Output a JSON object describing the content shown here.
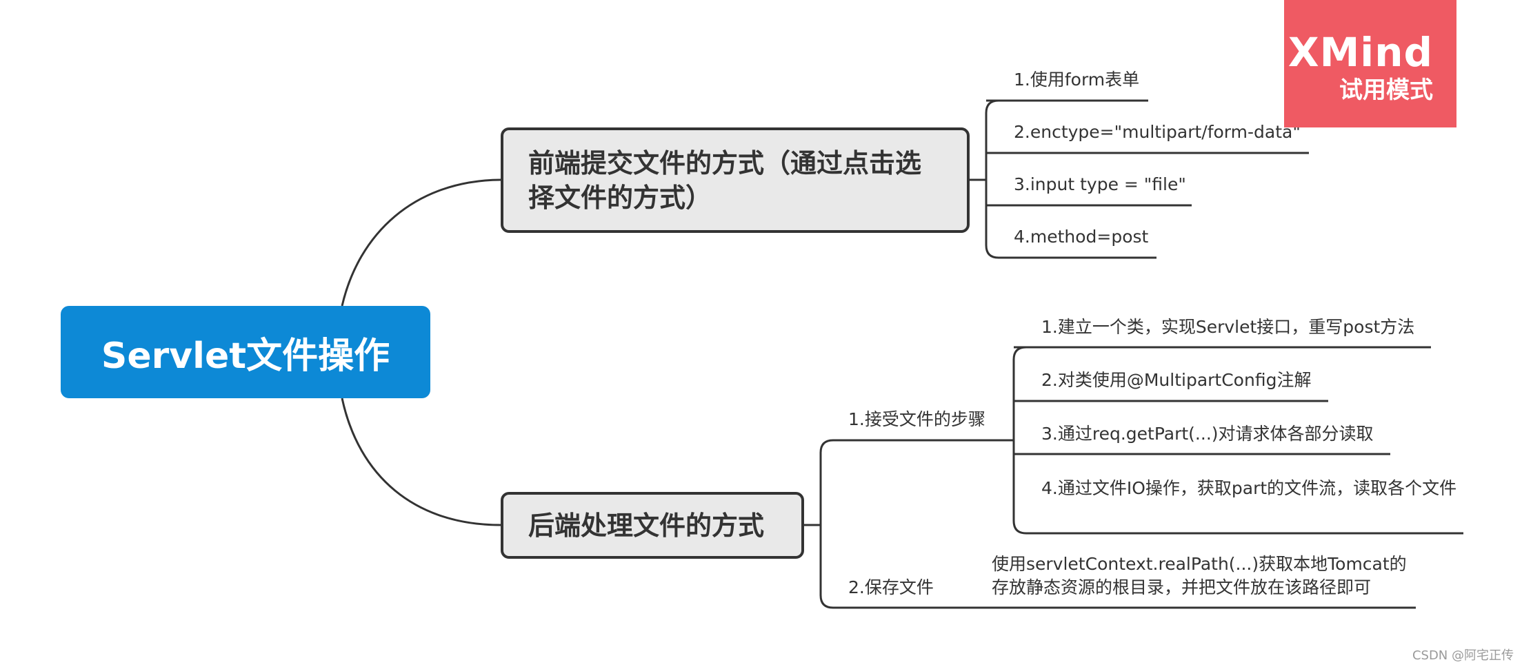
{
  "root": {
    "label": "Servlet文件操作"
  },
  "branches": [
    {
      "label": "前端提交文件的方式（通过点击选择文件的方式）",
      "children": [
        "1.使用form表单",
        "2.enctype=\"multipart/form-data\"",
        "3.input type = \"file\"",
        "4.method=post"
      ]
    },
    {
      "label": "后端处理文件的方式",
      "children": [
        {
          "label": "1.接受文件的步骤",
          "children": [
            "1.建立一个类，实现Servlet接口，重写post方法",
            "2.对类使用@MultipartConfig注解",
            "3.通过req.getPart(...)对请求体各部分读取",
            "4.通过文件IO操作，获取part的文件流，读取各个文件"
          ]
        },
        {
          "label": "2.保存文件",
          "children": [
            "使用servletContext.realPath(...)获取本地Tomcat的存放静态资源的根目录，并把文件放在该路径即可"
          ]
        }
      ]
    }
  ],
  "badge": {
    "title": "XMind",
    "subtitle": "试用模式"
  },
  "watermark": "CSDN @阿宅正传",
  "colors": {
    "root": "#0d89d6",
    "line": "#333333",
    "topic_fill": "#e9e9e9",
    "badge": "#ef5a63"
  }
}
